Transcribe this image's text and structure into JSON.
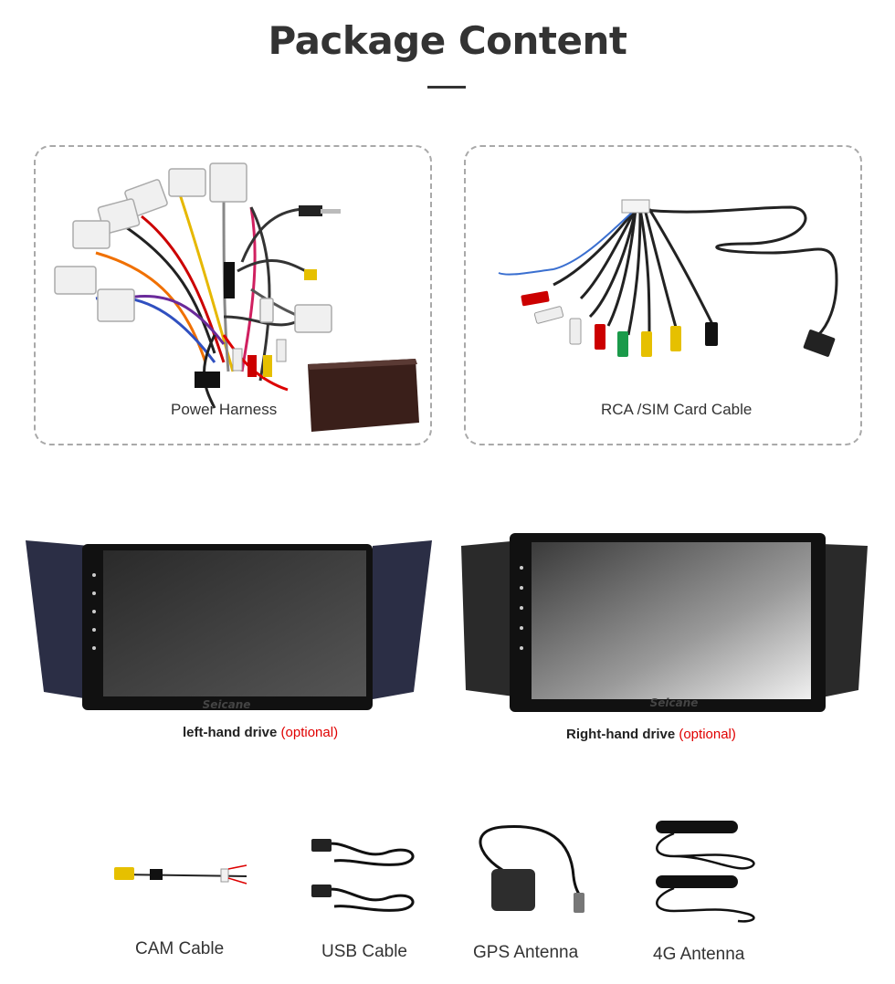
{
  "header": {
    "title": "Package Content"
  },
  "items": {
    "power_harness": "Power Harness",
    "rca_sim": "RCA /SIM Card Cable",
    "left_drive": "left-hand drive",
    "right_drive": "Right-hand drive",
    "optional": "(optional)",
    "cam_cable": "CAM Cable",
    "usb_cable": "USB Cable",
    "gps_antenna": "GPS Antenna",
    "antenna_4g": "4G Antenna"
  },
  "screen": {
    "brand": "Seicane"
  },
  "colors": {
    "optional_text": "#e00000",
    "title": "#333333",
    "dash_border": "#a9a9a9"
  },
  "icons": [
    "power-harness-image",
    "rca-cable-image",
    "head-unit-image",
    "cam-cable-image",
    "usb-cable-image",
    "gps-antenna-image",
    "4g-antenna-image"
  ]
}
